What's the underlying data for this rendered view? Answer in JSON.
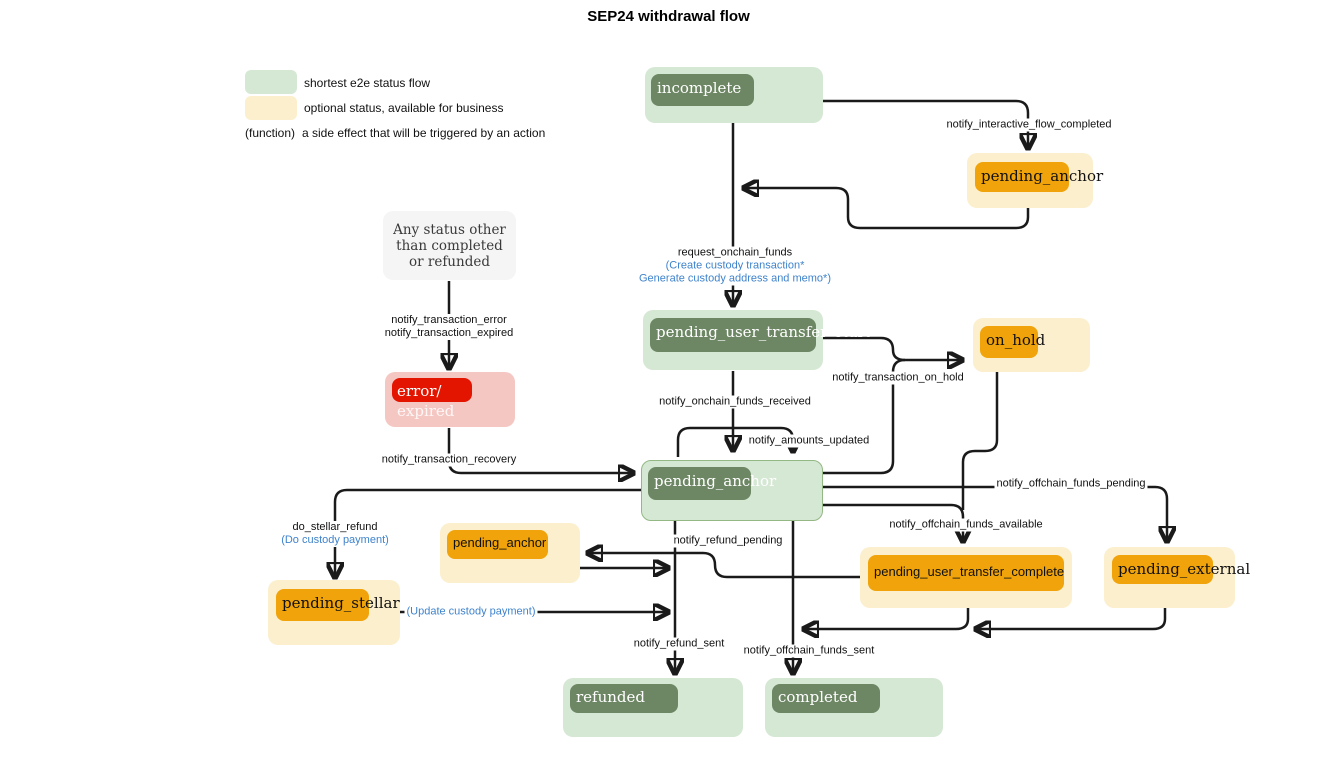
{
  "title": "SEP24 withdrawal flow",
  "legend": {
    "green_label": "shortest e2e status flow",
    "yellow_label": "optional status, available for business",
    "function_token": "(function)",
    "function_label": "a side effect that will be triggered by an action"
  },
  "colors": {
    "green_fill": "#d5e8d4",
    "green_border": "#93b884",
    "green_label_fill": "#6d8764",
    "cream_fill": "#fcefcd",
    "orange_label_fill": "#f0a30a",
    "pink_fill": "#f4c7c3",
    "red_label_fill": "#e31400",
    "gray_fill": "#f5f5f5",
    "blue_text": "#3f83cc",
    "edge_stroke": "#1a1a1a"
  },
  "nodes": {
    "incomplete": {
      "label": "incomplete"
    },
    "pending_anchor_top": {
      "label": "pending_anchor"
    },
    "any_status": {
      "label": "Any status other than completed or refunded"
    },
    "error_expired": {
      "line1": "error/",
      "line2": "expired"
    },
    "pending_user_transfer_start": {
      "label": "pending_user_transfer_start"
    },
    "on_hold": {
      "label": "on_hold"
    },
    "pending_anchor": {
      "label": "pending_anchor"
    },
    "pending_anchor_optional": {
      "label": "pending_anchor"
    },
    "pending_user_transfer_complete": {
      "label": "pending_user_transfer_complete"
    },
    "pending_external": {
      "label": "pending_external"
    },
    "pending_stellar": {
      "label": "pending_stellar"
    },
    "refunded": {
      "label": "refunded"
    },
    "completed": {
      "label": "completed"
    }
  },
  "edge_labels": {
    "notify_interactive_flow_completed": "notify_interactive_flow_completed",
    "request_onchain_funds": "request_onchain_funds",
    "request_onchain_funds_fn1": "(Create custody transaction*",
    "request_onchain_funds_fn2": "Generate custody address and memo*)",
    "notify_transaction_error": "notify_transaction_error",
    "notify_transaction_expired": "notify_transaction_expired",
    "notify_onchain_funds_received": "notify_onchain_funds_received",
    "notify_transaction_on_hold": "notify_transaction_on_hold",
    "notify_amounts_updated": "notify_amounts_updated",
    "notify_transaction_recovery": "notify_transaction_recovery",
    "notify_offchain_funds_pending": "notify_offchain_funds_pending",
    "notify_offchain_funds_available": "notify_offchain_funds_available",
    "notify_refund_pending": "notify_refund_pending",
    "do_stellar_refund": "do_stellar_refund",
    "do_custody_payment": "(Do custody payment)",
    "update_custody_payment": "(Update custody payment)",
    "notify_refund_sent": "notify_refund_sent",
    "notify_offchain_funds_sent": "notify_offchain_funds_sent"
  }
}
